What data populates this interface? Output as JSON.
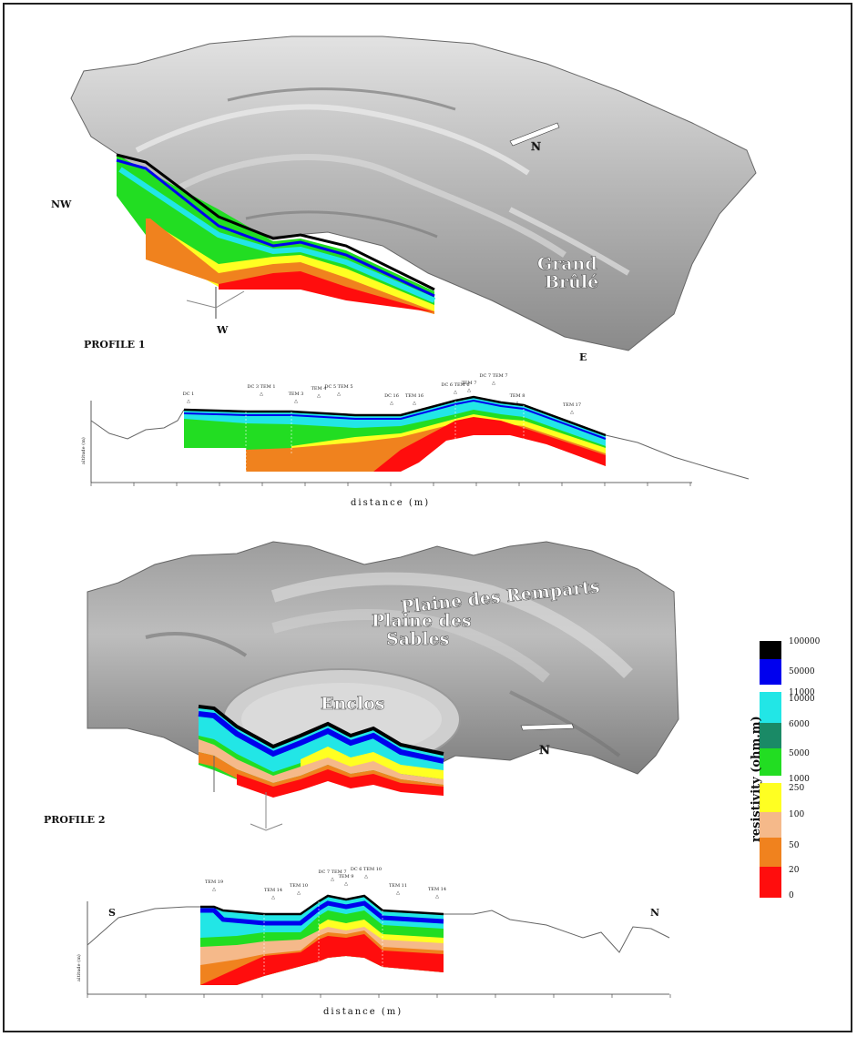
{
  "colors": {
    "black": "#000000",
    "blue": "#0000ee",
    "cyan": "#22e6e6",
    "teal": "#1a8a66",
    "green": "#22dd22",
    "yellow": "#ffff22",
    "peach": "#f5b98a",
    "orange": "#f0821e",
    "red": "#ff0d0d"
  },
  "block1": {
    "nw": "NW",
    "w": "W",
    "e": "E",
    "n": "N",
    "place": "Grand Brûlé"
  },
  "profile1": {
    "title": "PROFILE 1",
    "xlabel": "distance (m)",
    "ylabel": "altitude (m)",
    "stations": [
      "DC 1",
      "DC 3 TEM 1",
      "TEM 3",
      "TEM 4",
      "DC 5 TEM 5",
      "DC 16",
      "TEM 16",
      "DC 6 TEM 6",
      "TEM 7",
      "DC 7 TEM 7",
      "TEM 8",
      "TEM 17"
    ]
  },
  "block2": {
    "plaine1": "Plaine des Remparts",
    "plaine2": "Plaine des Sables",
    "enclos": "Enclos",
    "n": "N"
  },
  "profile2": {
    "title": "PROFILE 2",
    "xlabel": "distance (m)",
    "ylabel": "altitude (m)",
    "s": "S",
    "n": "N",
    "stations": [
      "TEM 19",
      "TEM 14",
      "TEM 10",
      "DC 7 TEM 7",
      "TEM 9",
      "DC 6 TEM 10",
      "TEM 11",
      "TEM 14"
    ]
  },
  "legend": {
    "title": "resistivity (ohm.m)",
    "values": [
      "100000",
      "50000",
      "10000",
      "11000",
      "6000",
      "5000",
      "1000",
      "250",
      "100",
      "50",
      "20",
      "0"
    ]
  }
}
